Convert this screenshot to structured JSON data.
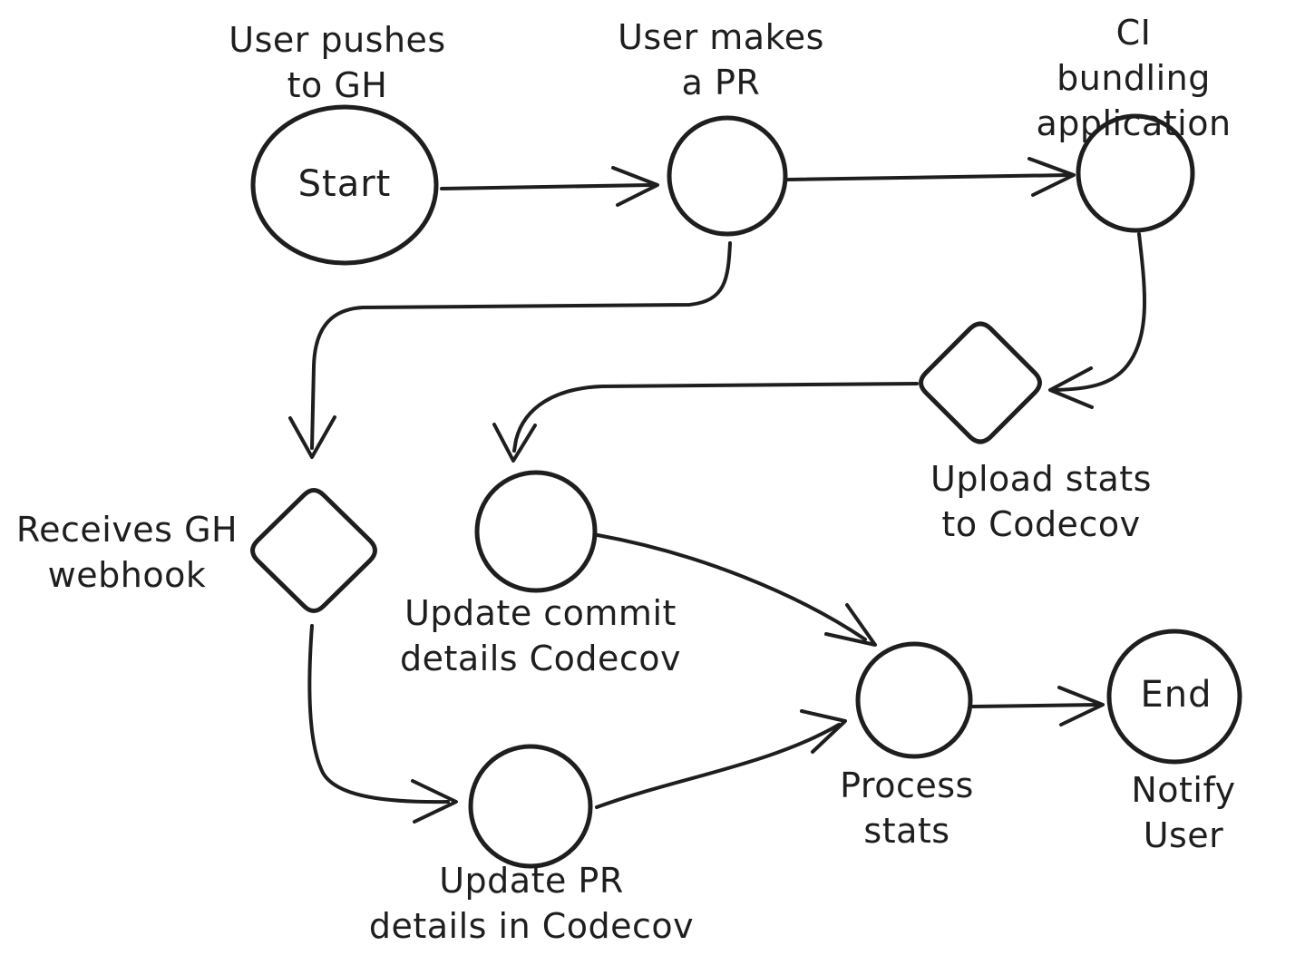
{
  "diagram": {
    "background_color": "#ffffff",
    "stroke_color": "#1e1e1e",
    "nodes": [
      {
        "id": "start",
        "shape": "ellipse",
        "label": "Start",
        "caption": "User pushes\nto GH"
      },
      {
        "id": "user-makes-pr",
        "shape": "circle",
        "label": "",
        "caption": "User makes\na PR"
      },
      {
        "id": "ci-bundling",
        "shape": "circle",
        "label": "",
        "caption": "CI bundling\napplication"
      },
      {
        "id": "receives-webhook",
        "shape": "diamond",
        "label": "",
        "caption": "Receives GH\nwebhook"
      },
      {
        "id": "upload-stats",
        "shape": "diamond",
        "label": "",
        "caption": "Upload stats\nto Codecov"
      },
      {
        "id": "update-commit",
        "shape": "circle",
        "label": "",
        "caption": "Update commit\ndetails Codecov"
      },
      {
        "id": "update-pr",
        "shape": "circle",
        "label": "",
        "caption": "Update PR\ndetails in Codecov"
      },
      {
        "id": "process-stats",
        "shape": "circle",
        "label": "",
        "caption": "Process\nstats"
      },
      {
        "id": "end",
        "shape": "circle",
        "label": "End",
        "caption": "Notify User"
      }
    ],
    "edges": [
      {
        "from": "start",
        "to": "user-makes-pr"
      },
      {
        "from": "user-makes-pr",
        "to": "ci-bundling"
      },
      {
        "from": "user-makes-pr",
        "to": "receives-webhook"
      },
      {
        "from": "ci-bundling",
        "to": "upload-stats"
      },
      {
        "from": "upload-stats",
        "to": "update-commit"
      },
      {
        "from": "receives-webhook",
        "to": "update-pr"
      },
      {
        "from": "update-commit",
        "to": "process-stats"
      },
      {
        "from": "update-pr",
        "to": "process-stats"
      },
      {
        "from": "process-stats",
        "to": "end"
      }
    ]
  }
}
